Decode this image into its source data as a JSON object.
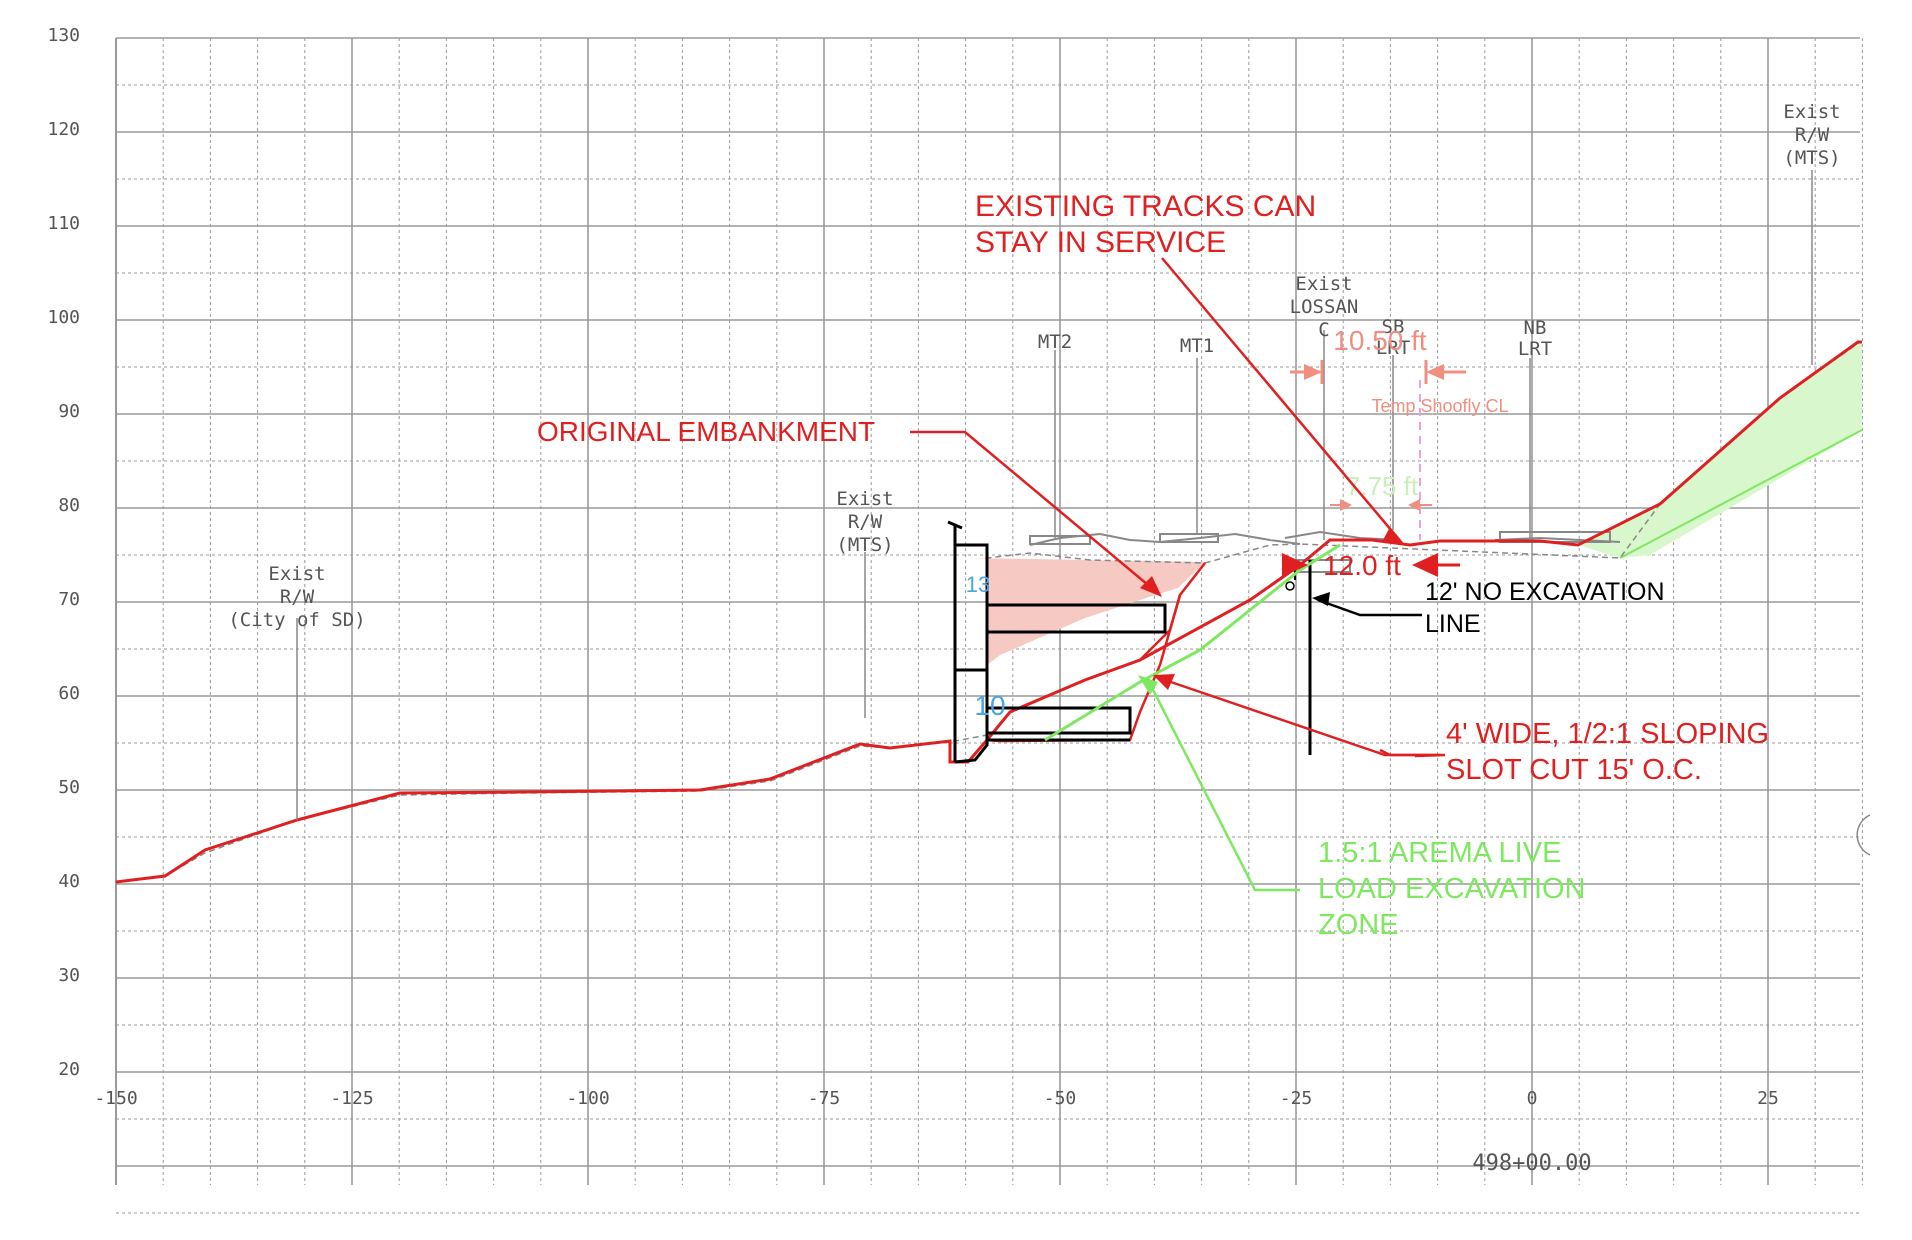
{
  "axes": {
    "x_ticks": [
      "-150",
      "-125",
      "-100",
      "-75",
      "-50",
      "-25",
      "0",
      "25"
    ],
    "y_ticks": [
      "130",
      "120",
      "110",
      "100",
      "90",
      "80",
      "70",
      "60",
      "50",
      "40",
      "30",
      "20"
    ],
    "x_range": [
      -150,
      35
    ],
    "y_range": [
      20,
      130
    ],
    "grid": "on",
    "station": "498+00.00"
  },
  "markers": {
    "exist_rw_city": [
      "Exist",
      "R/W",
      "(City of SD)"
    ],
    "exist_rw_mts_left": [
      "Exist",
      "R/W",
      "(MTS)"
    ],
    "exist_rw_mts_right": [
      "Exist",
      "R/W",
      "(MTS)"
    ],
    "mt2": "MT2",
    "mt1": "MT1",
    "exist_lossan_cl": [
      "Exist",
      "LOSSAN",
      "C"
    ],
    "sb_lrt": [
      "SB",
      "LRT"
    ],
    "nb_lrt": [
      "NB",
      "LRT"
    ]
  },
  "dimensions": {
    "d_10_50": "10.50 ft",
    "d_7_75": "7.75 ft",
    "d_12_0": "12.0 ft",
    "temp_shoofly": "Temp Shoofly CL"
  },
  "wall_numbers": {
    "upper": "13",
    "lower": "10"
  },
  "annotations": {
    "existing_tracks": [
      "EXISTING TRACKS CAN",
      "STAY IN SERVICE"
    ],
    "original_embankment": "ORIGINAL EMBANKMENT",
    "no_excavation": [
      "12' NO EXCAVATION",
      "LINE"
    ],
    "slot_cut": [
      "4' WIDE, 1/2:1 SLOPING",
      "SLOT CUT 15' O.C."
    ],
    "arema": [
      "1.5:1 AREMA LIVE",
      "LOAD EXCAVATION",
      "ZONE"
    ]
  },
  "colors": {
    "grid": "#9a9a9a",
    "axis_text": "#555555",
    "ground_red": "#e02020",
    "embankment_fill": "#f6c9c2",
    "green_line": "#7ee860",
    "green_fill": "#d9f7cc",
    "salmon": "#f08e80",
    "pink_dashed": "#f0a0d8",
    "blue_text": "#4aa6e0",
    "black": "#000000"
  }
}
